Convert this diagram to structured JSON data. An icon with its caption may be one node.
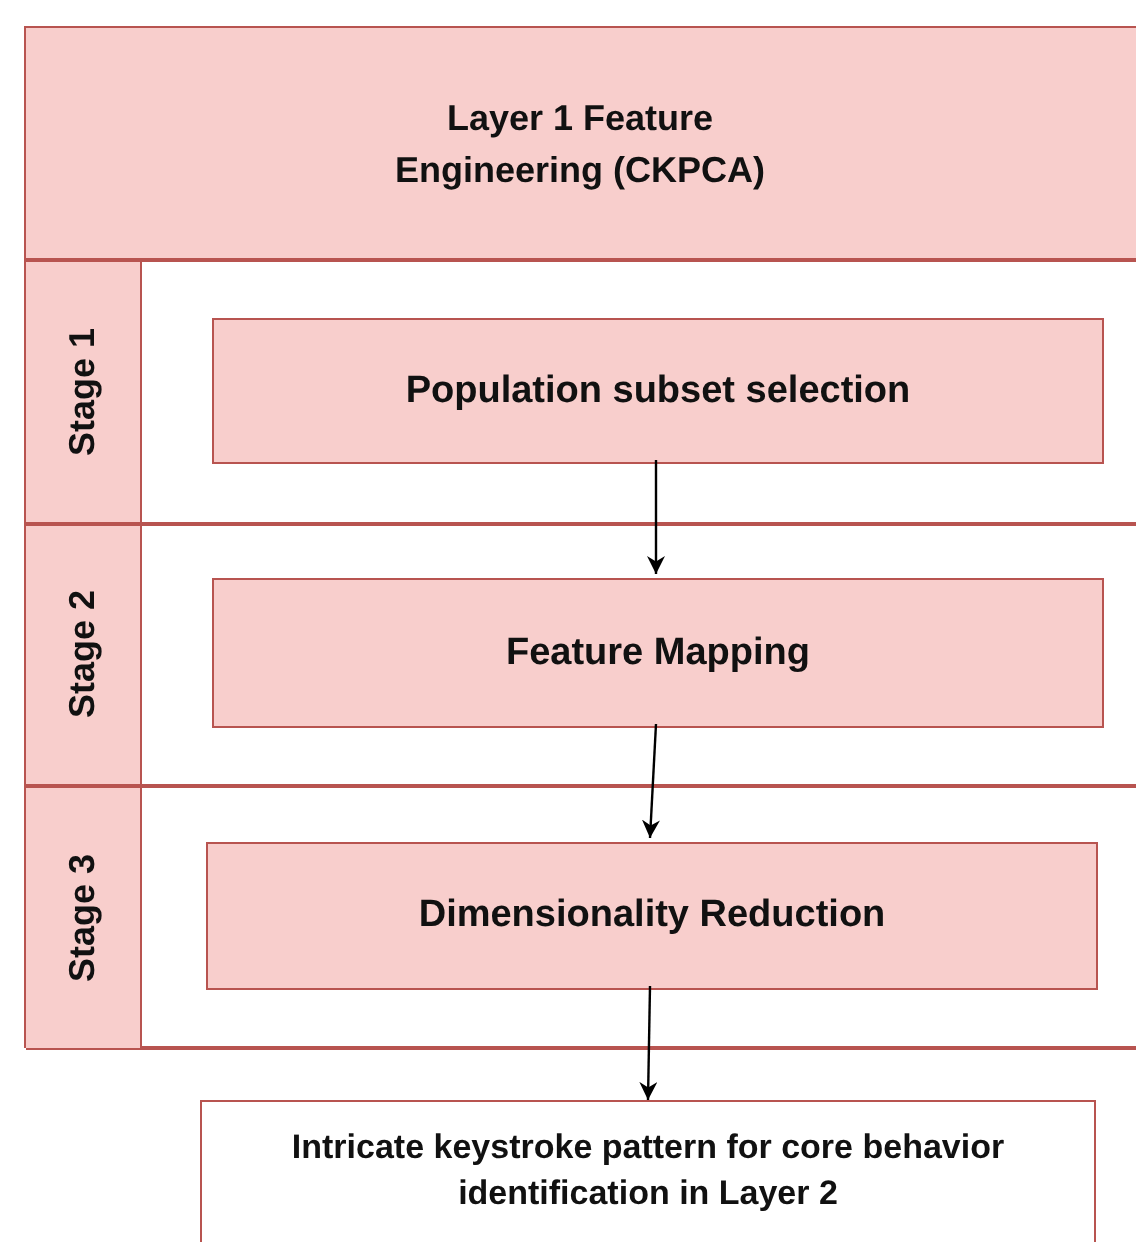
{
  "diagram": {
    "nodes": [
      {
        "text": [
          "Layer 1 Feature Engineering (CKPCA)"
        ]
      },
      {
        "text": [
          "Stage 1"
        ],
        "in": 0
      },
      {
        "text": [
          "Population subset selection"
        ],
        "in": 1
      },
      {
        "text": [
          "Stage 2"
        ],
        "in": 0
      },
      {
        "text": [
          "Feature Mapping"
        ],
        "in": 3
      },
      {
        "text": [
          "Stage 3"
        ],
        "in": 0
      },
      {
        "text": [
          "Dimensionality Reduction"
        ],
        "in": 5
      },
      {
        "text": [
          "Intricate keystroke pattern for core behavior identification in Layer 2"
        ]
      }
    ],
    "edges": [
      {
        "from": 2,
        "to": 4,
        "arrow": "to"
      },
      {
        "from": 4,
        "to": 6,
        "arrow": "to"
      },
      {
        "from": 6,
        "to": 7,
        "arrow": "to"
      }
    ]
  }
}
